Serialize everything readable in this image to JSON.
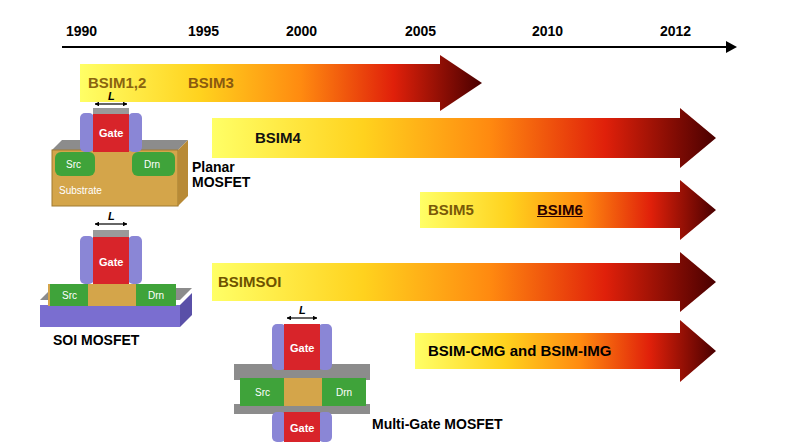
{
  "diagram": {
    "nodes": [
      {
        "text": [
          "BSIM1,2",
          "BSIM3"
        ]
      },
      {
        "text": [
          "BSIM4"
        ]
      },
      {
        "text": [
          "BSIM5",
          "BSIM6"
        ]
      },
      {
        "text": [
          "BSIMSOI"
        ]
      },
      {
        "text": [
          "BSIM-CMG and BSIM-IMG"
        ]
      }
    ],
    "labels": [
      "1990",
      "1995",
      "2000",
      "2005",
      "2010",
      "2012",
      "L",
      "Gate",
      "Src",
      "Drn",
      "Substrate",
      "Planar MOSFET",
      "L",
      "Gate",
      "Src",
      "Drn",
      "SOI MOSFET",
      "L",
      "Gate",
      "Src",
      "Drn",
      "Gate",
      "Multi-Gate MOSFET"
    ]
  }
}
